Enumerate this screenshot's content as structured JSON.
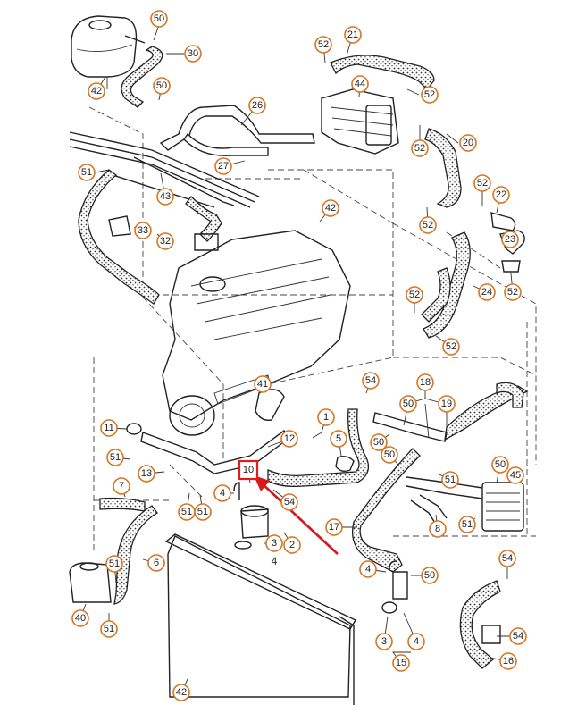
{
  "callouts": [
    "50",
    "30",
    "42",
    "21",
    "52",
    "44",
    "52",
    "50",
    "26",
    "20",
    "52",
    "27",
    "51",
    "43",
    "52",
    "42",
    "52",
    "22",
    "33",
    "32",
    "23",
    "52",
    "24",
    "52",
    "52",
    "41",
    "54",
    "18",
    "11",
    "12",
    "50",
    "19",
    "50",
    "1",
    "5",
    "50",
    "51",
    "13",
    "10",
    "50",
    "51",
    "45",
    "7",
    "51",
    "51",
    "4",
    "54",
    "3",
    "2",
    "17",
    "8",
    "51",
    "4",
    "6",
    "51",
    "50",
    "40",
    "3",
    "4",
    "54",
    "51",
    "15",
    "54",
    "16",
    "42"
  ],
  "plain_labels": [
    "1",
    "4",
    "3",
    "2",
    "3",
    "4"
  ],
  "highlight": {
    "label": "10",
    "color": "#e21b1b"
  },
  "colors": {
    "callout_ring": "#d9751f",
    "arrow": "#d61818",
    "line": "#222222"
  }
}
